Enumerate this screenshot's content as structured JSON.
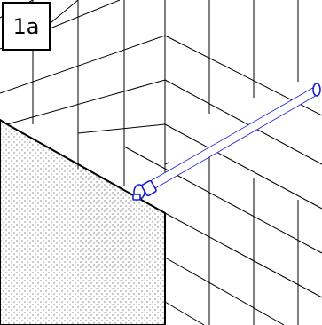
{
  "step": {
    "label": "1a"
  },
  "colors": {
    "line": "#000000",
    "rod": "#1a1ad6",
    "rod_fill": "#ffffff",
    "stipple": "#000000",
    "background": "#ffffff"
  },
  "icons": {
    "rod": "shower-curtain-rod",
    "wall_tiles": "tile-grid",
    "panel": "shower-screen-panel"
  }
}
